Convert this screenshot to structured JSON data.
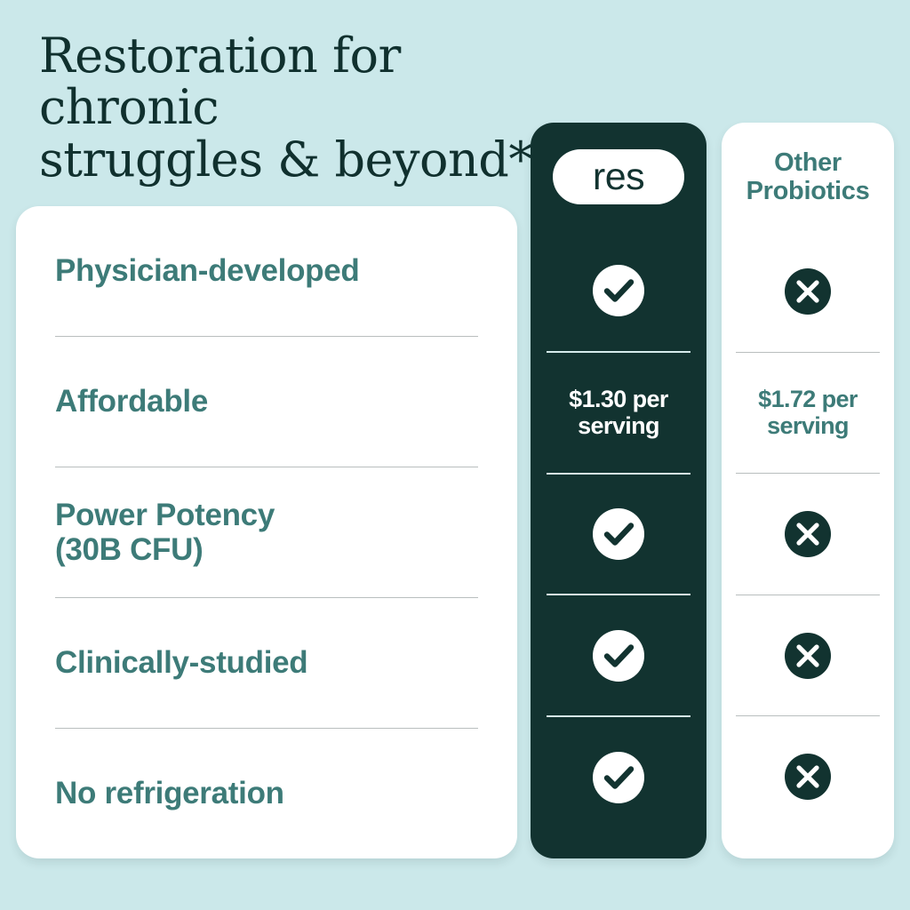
{
  "theme": {
    "background": "#cbe8ea",
    "dark_card": "#123330",
    "white_card": "#ffffff",
    "heading_color": "#10302e",
    "label_teal": "#3d7b78",
    "divider_light": "#b9bebe",
    "divider_on_dark": "#d6ecec"
  },
  "headline": {
    "line1": "Restoration for chronic",
    "line2": "struggles & beyond*"
  },
  "columns": {
    "res": {
      "header_label": "res",
      "header_icon": "res-logo-pill"
    },
    "other": {
      "header_line1": "Other",
      "header_line2": "Probiotics"
    }
  },
  "features": [
    {
      "label": "Physician-developed",
      "res": {
        "type": "check",
        "icon": "check-circle-icon"
      },
      "other": {
        "type": "cross",
        "icon": "x-circle-icon"
      }
    },
    {
      "label": "Affordable",
      "res": {
        "type": "text",
        "line1": "$1.30 per",
        "line2": "serving"
      },
      "other": {
        "type": "text",
        "line1": "$1.72 per",
        "line2": "serving"
      }
    },
    {
      "label": "Power Potency (30B CFU)",
      "label_line1": "Power Potency",
      "label_line2": "(30B CFU)",
      "res": {
        "type": "check",
        "icon": "check-circle-icon"
      },
      "other": {
        "type": "cross",
        "icon": "x-circle-icon"
      }
    },
    {
      "label": "Clinically-studied",
      "res": {
        "type": "check",
        "icon": "check-circle-icon"
      },
      "other": {
        "type": "cross",
        "icon": "x-circle-icon"
      }
    },
    {
      "label": "No refrigeration",
      "res": {
        "type": "check",
        "icon": "check-circle-icon"
      },
      "other": {
        "type": "cross",
        "icon": "x-circle-icon"
      }
    }
  ]
}
